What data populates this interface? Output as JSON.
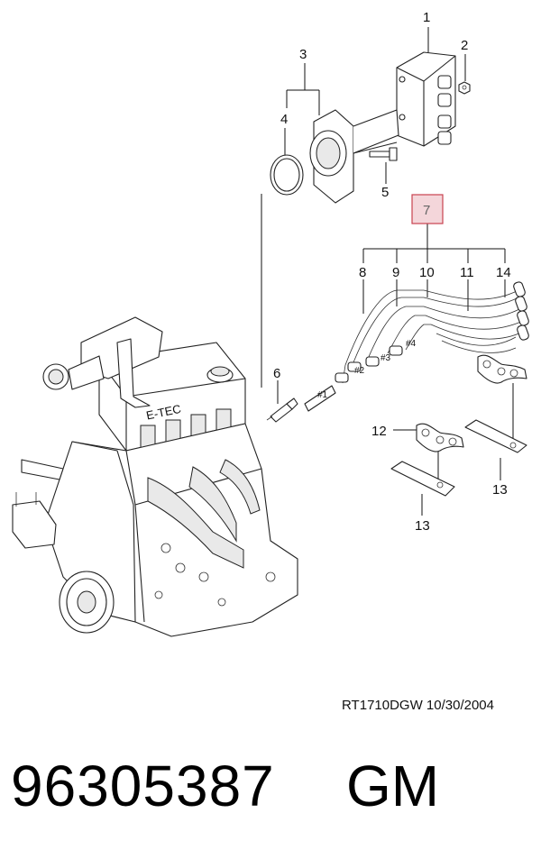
{
  "callouts": {
    "c1": "1",
    "c2": "2",
    "c3": "3",
    "c4": "4",
    "c5": "5",
    "c6": "6",
    "c7": "7",
    "c8": "8",
    "c9": "9",
    "c10": "10",
    "c11": "11",
    "c12": "12",
    "c13a": "13",
    "c13b": "13",
    "c14": "14"
  },
  "wire_tags": {
    "t1": "#1",
    "t2": "#2",
    "t3": "#3",
    "t4": "#4"
  },
  "engine_badge": "E-TEC",
  "drawing_code": "RT1710DGW  10/30/2004",
  "part_number": "96305387",
  "brand": "GM",
  "colors": {
    "highlight_fill": "#f4d6da",
    "highlight_border": "#c8424f"
  }
}
